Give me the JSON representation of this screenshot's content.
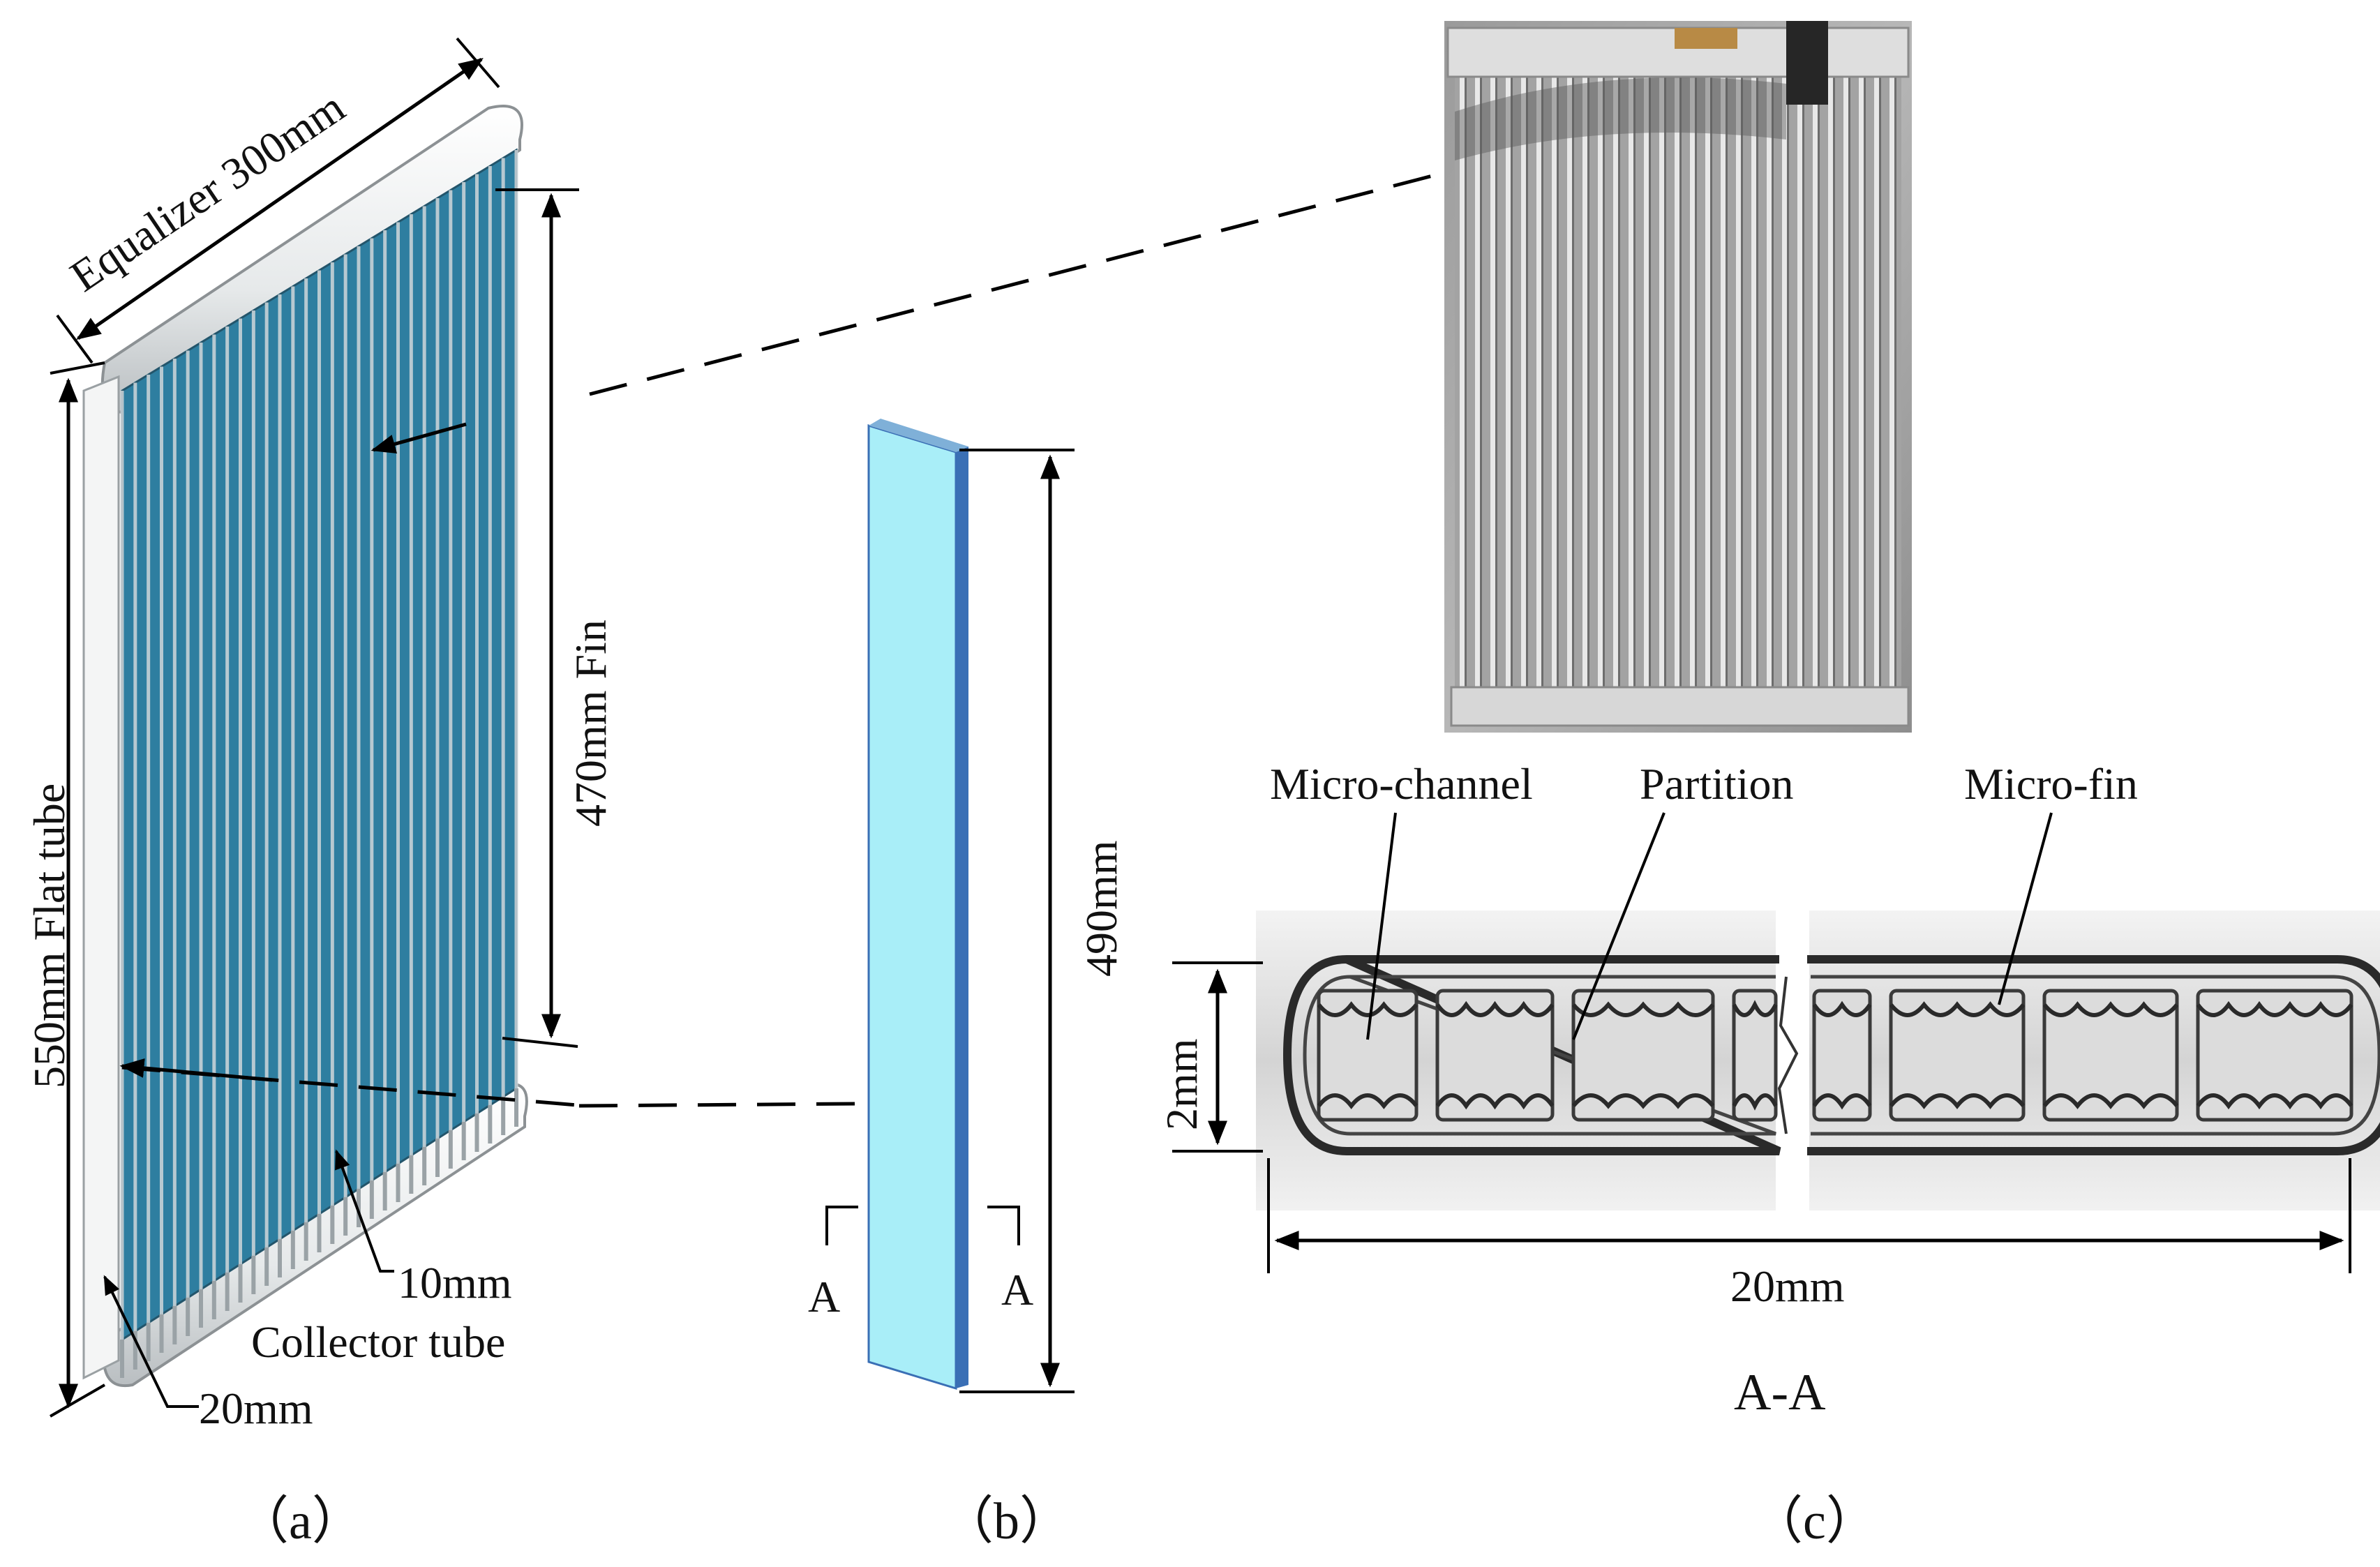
{
  "panel_a": {
    "equalizer_label": "Equalizer 300mm",
    "fin_label": "470mm  Fin",
    "flat_tube_label": "550mm  Flat tube",
    "pitch_label": "10mm",
    "collector_label": "Collector tube",
    "end_label": "20mm",
    "caption": "（a）",
    "fin_color": "#2e7ea0"
  },
  "panel_b": {
    "height_label": "490mm",
    "section_left": "A",
    "section_right": "A",
    "caption": "（b）",
    "tube_face_color": "#a9eef8",
    "tube_edge_color": "#3a6fb5"
  },
  "panel_c": {
    "micro_channel_label": "Micro-channel",
    "partition_label": "Partition",
    "micro_fin_label": "Micro-fin",
    "thickness_label": "2mm",
    "width_label": "20mm",
    "section_title": "A-A",
    "caption": "（c）"
  }
}
